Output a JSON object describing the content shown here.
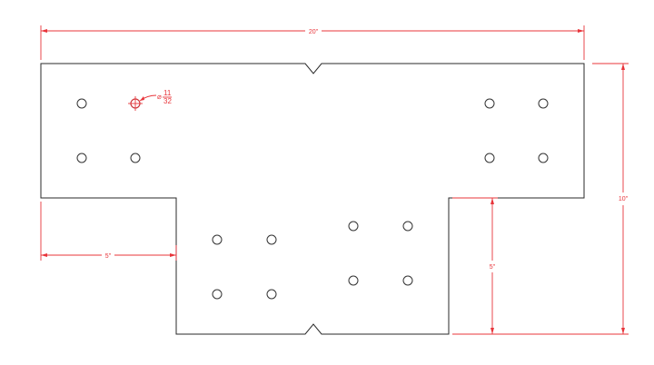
{
  "drawing": {
    "dimensions": {
      "overall_width": "20\"",
      "overall_height": "10\"",
      "left_step_width": "5\"",
      "right_step_height": "5\""
    },
    "hole_callout": {
      "symbol": "⌀",
      "numerator": "11",
      "denominator": "32"
    },
    "hole_count": 16,
    "colors": {
      "outline": "#2a2a2a",
      "dimension": "#e8343a",
      "hole": "#333333"
    }
  }
}
